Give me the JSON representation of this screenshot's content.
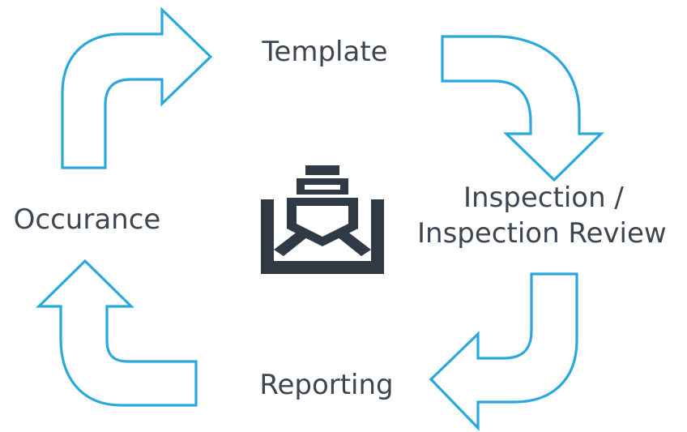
{
  "diagram": {
    "accent_color": "#29a8dc",
    "text_color": "#3d4650",
    "icon_color": "#2f3a44",
    "center_icon": "ship-envelope-icon",
    "steps": {
      "template": {
        "label": "Template"
      },
      "inspection": {
        "line1": "Inspection /",
        "line2": "Inspection Review"
      },
      "reporting": {
        "label": "Reporting"
      },
      "occurance": {
        "label": "Occurance"
      }
    },
    "arrows": [
      {
        "from": "Occurance",
        "to": "Template",
        "icon": "curved-arrow-icon"
      },
      {
        "from": "Template",
        "to": "Inspection / Inspection Review",
        "icon": "curved-arrow-icon"
      },
      {
        "from": "Inspection / Inspection Review",
        "to": "Reporting",
        "icon": "curved-arrow-icon"
      },
      {
        "from": "Reporting",
        "to": "Occurance",
        "icon": "curved-arrow-icon"
      }
    ]
  }
}
